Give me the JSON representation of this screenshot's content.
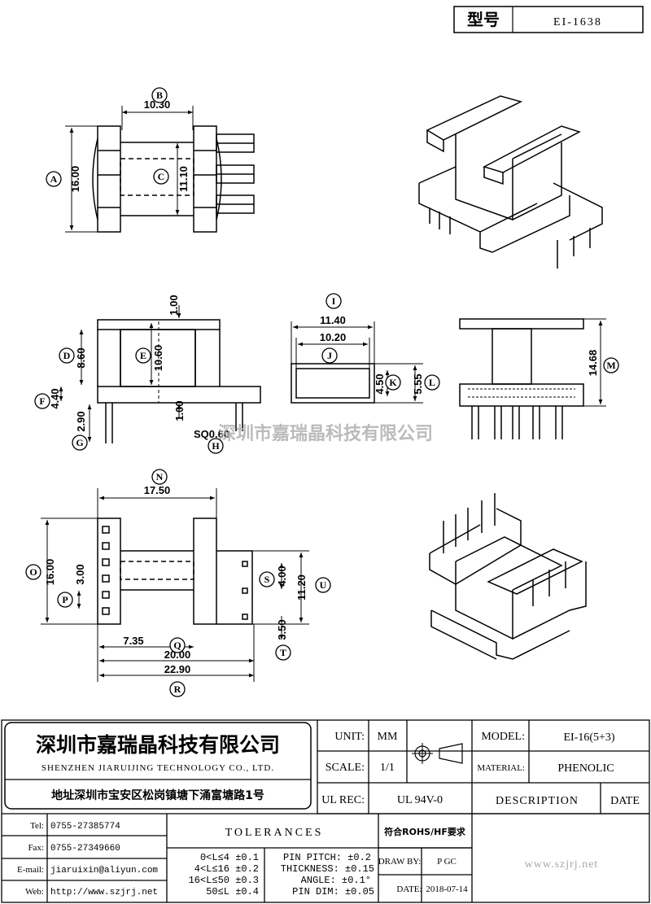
{
  "header": {
    "type_label": "型号",
    "part_no": "EI-1638"
  },
  "watermark": "深圳市嘉瑞晶科技有限公司",
  "dimensions": {
    "B": "10.30",
    "A": "16.00",
    "C": "11.10",
    "top_gap": "1.00",
    "D": "8.60",
    "E": "10.60",
    "F": "4.40",
    "bottom_gap": "1.00",
    "G": "2.90",
    "H": "SQ0.60",
    "I": "11.40",
    "J": "10.20",
    "K": "4.50",
    "L": "5.55",
    "M": "14.68",
    "N": "17.50",
    "O": "16.00",
    "P": "3.00",
    "Q": "20.00",
    "Q_left": "7.35",
    "R": "22.90",
    "S": "4.00",
    "T": "3.50",
    "U": "11.20"
  },
  "labels": [
    "A",
    "B",
    "C",
    "D",
    "E",
    "F",
    "G",
    "H",
    "I",
    "J",
    "K",
    "L",
    "M",
    "N",
    "O",
    "P",
    "Q",
    "R",
    "S",
    "T",
    "U"
  ],
  "title_block": {
    "company_cn": "深圳市嘉瑞晶科技有限公司",
    "company_en": "SHENZHEN JIARUIJING TECHNOLOGY CO., LTD.",
    "address": "地址深圳市宝安区松岗镇塘下涌富塘路1号",
    "unit_label": "UNIT:",
    "unit_value": "MM",
    "scale_label": "SCALE:",
    "scale_value": "1/1",
    "ulrec_label": "UL REC:",
    "ulrec_value": "UL 94V-0",
    "model_label": "MODEL:",
    "model_value": "EI-16(5+3)",
    "material_label": "MATERIAL:",
    "material_value": "PHENOLIC",
    "description_label": "DESCRIPTION",
    "date_header": "DATE",
    "tel_label": "Tel:",
    "tel_value": "0755-27385774",
    "fax_label": "Fax:",
    "fax_value": "0755-27349660",
    "email_label": "E-mail:",
    "email_value": "jiaruixin@aliyun.com",
    "web_label": "Web:",
    "web_value": "http://www.szjrj.net",
    "tolerances_label": "TOLERANCES",
    "tol_rows": [
      "0<L≤4 ±0.1",
      "4<L≤16 ±0.2",
      "16<L≤50 ±0.3",
      "50≤L ±0.4"
    ],
    "tol_right": [
      "PIN PITCH: ±0.2",
      "THICKNESS: ±0.15",
      "ANGLE: ±0.1°",
      "PIN DIM: ±0.05"
    ],
    "rohs": "符合ROHS/HF要求",
    "drawby_label": "DRAW BY:",
    "drawby_value": "P GC",
    "date_label": "DATE:",
    "date_value": "2018-07-14",
    "website": "www.szjrj.net"
  }
}
